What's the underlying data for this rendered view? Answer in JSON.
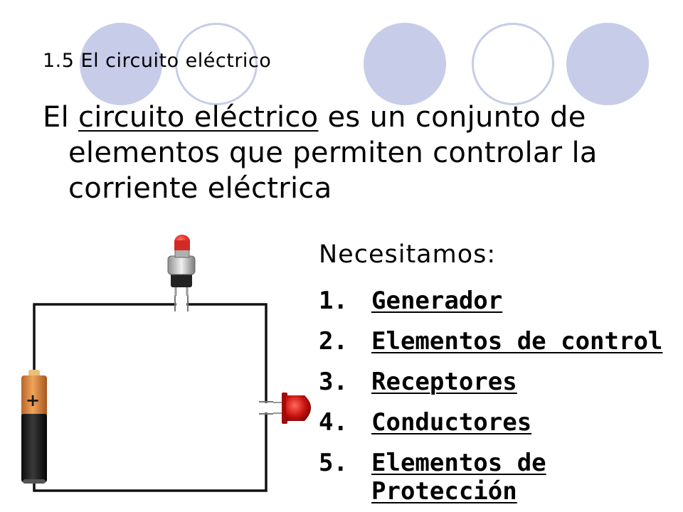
{
  "section": {
    "title": "1.5 El circuito eléctrico"
  },
  "definition": {
    "prefix": "El ",
    "term": "circuito eléctrico",
    "rest": " es un conjunto de elementos que permiten controlar la corriente eléctrica"
  },
  "needs": {
    "heading": "Necesitamos:",
    "items": [
      {
        "number": "1.",
        "label": "Generador"
      },
      {
        "number": "2.",
        "label": "Elementos de control"
      },
      {
        "number": "3.",
        "label": "Receptores"
      },
      {
        "number": "4.",
        "label": "Conductores"
      },
      {
        "number": "5.",
        "label": "Elementos de Protección"
      }
    ]
  },
  "illustration": {
    "battery_sign": "+",
    "components": [
      "push-button-switch",
      "battery",
      "led"
    ]
  },
  "colors": {
    "decor_circle": "#c7cce9",
    "switch_red": "#d42a24",
    "led_red": "#c8120f",
    "battery_copper": "#d8843c",
    "battery_black": "#1a1a1a"
  }
}
